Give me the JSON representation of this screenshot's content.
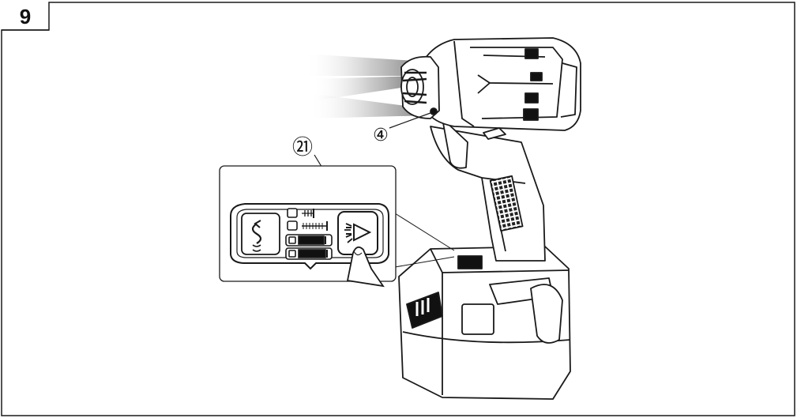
{
  "figure": {
    "number": "9",
    "callouts": [
      {
        "id": "led-light",
        "label": "④"
      },
      {
        "id": "light-button",
        "label": "㉑"
      }
    ]
  },
  "colors": {
    "line": "#1a1a1a",
    "background": "#ffffff",
    "beam": "#8c8c8c"
  },
  "icons": [
    "rotation-mode-icon",
    "screw-mode-1-icon",
    "screw-mode-2-icon",
    "bolt-mode-1-icon",
    "bolt-mode-2-icon",
    "light-icon",
    "finger-icon",
    "impact-driver-icon",
    "battery-icon"
  ]
}
